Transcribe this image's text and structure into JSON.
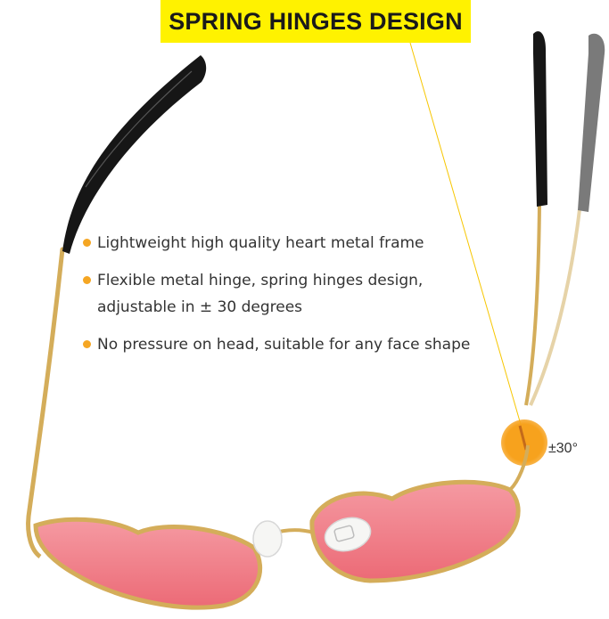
{
  "banner": {
    "text": "SPRING HINGES DESIGN"
  },
  "features": [
    {
      "lines": [
        "Lightweight high quality heart metal frame"
      ]
    },
    {
      "lines": [
        "Flexible metal hinge, spring hinges design,",
        "adjustable in ± 30 degrees"
      ]
    },
    {
      "lines": [
        "No pressure on head, suitable for any face shape"
      ]
    }
  ],
  "callout": {
    "angle": "±30°"
  },
  "colors": {
    "banner": "#fff200",
    "bullet": "#f5a623",
    "frame": "#d4ad5a",
    "lens": "#f07a84",
    "temple_tip": "#161616",
    "highlight": "#f7a21d"
  }
}
